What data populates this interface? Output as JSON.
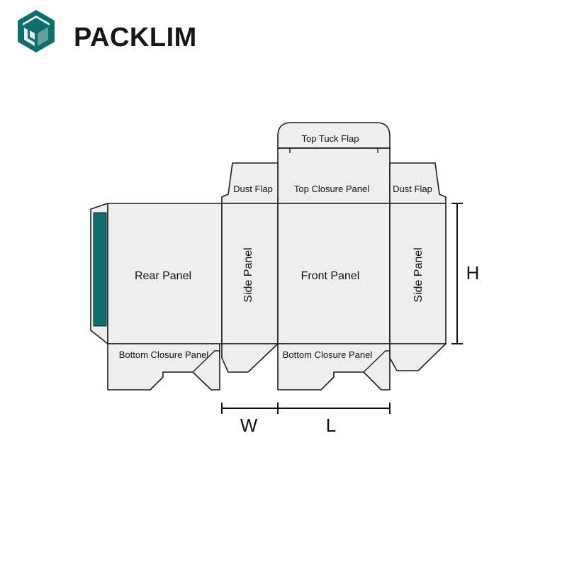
{
  "brand": {
    "name": "PACKLIM",
    "logo_icon": "hexagon-layers-icon",
    "accent_color": "#0e6e6e",
    "text_color": "#161616"
  },
  "dieline": {
    "panel_fill": "#eeeeee",
    "window_color": "#0e6e6e",
    "labels": {
      "top_tuck_flap": "Top Tuck Flap",
      "top_closure_panel": "Top Closure Panel",
      "dust_flap_left": "Dust Flap",
      "dust_flap_right": "Dust Flap",
      "rear_panel": "Rear Panel",
      "side_panel_left": "Side Panel",
      "front_panel": "Front Panel",
      "side_panel_right": "Side Panel",
      "bottom_closure_left": "Bottom Closure Panel",
      "bottom_closure_right": "Bottom Closure Panel"
    },
    "dimensions": {
      "width": "W",
      "length": "L",
      "height": "H"
    }
  }
}
